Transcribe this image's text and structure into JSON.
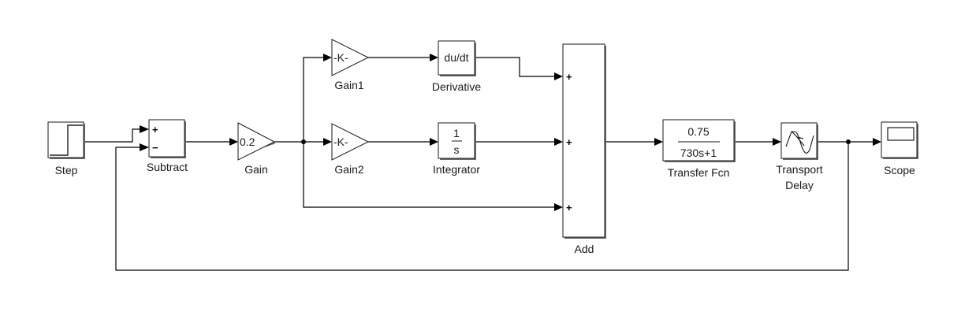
{
  "diagram": {
    "type": "simulink-block-diagram",
    "blocks": {
      "step": {
        "label": "Step",
        "icon": "step-function-icon"
      },
      "subtract": {
        "label": "Subtract",
        "signs": [
          "+",
          "−"
        ]
      },
      "gain": {
        "label": "Gain",
        "value": "0.2"
      },
      "gain1": {
        "label": "Gain1",
        "value": "-K-"
      },
      "gain2": {
        "label": "Gain2",
        "value": "-K-"
      },
      "derivative": {
        "label": "Derivative",
        "value": "du/dt"
      },
      "integrator": {
        "label": "Integrator",
        "numerator": "1",
        "denominator": "s"
      },
      "add": {
        "label": "Add",
        "signs": [
          "+",
          "+",
          "+"
        ]
      },
      "transfer_fcn": {
        "label": "Transfer Fcn",
        "numerator": "0.75",
        "denominator": "730s+1"
      },
      "transport_delay": {
        "label_line1": "Transport",
        "label_line2": "Delay",
        "icon": "transport-delay-icon"
      },
      "scope": {
        "label": "Scope",
        "icon": "scope-screen-icon"
      }
    },
    "connections": [
      {
        "from": "Step",
        "to": "Subtract (+)"
      },
      {
        "from": "Subtract",
        "to": "Gain"
      },
      {
        "from": "Gain",
        "to": "Gain1"
      },
      {
        "from": "Gain",
        "to": "Gain2"
      },
      {
        "from": "Gain",
        "to": "Add (+3)"
      },
      {
        "from": "Gain1",
        "to": "Derivative"
      },
      {
        "from": "Gain2",
        "to": "Integrator"
      },
      {
        "from": "Derivative",
        "to": "Add (+1)"
      },
      {
        "from": "Integrator",
        "to": "Add (+2)"
      },
      {
        "from": "Add",
        "to": "Transfer Fcn"
      },
      {
        "from": "Transfer Fcn",
        "to": "Transport Delay"
      },
      {
        "from": "Transport Delay",
        "to": "Scope"
      },
      {
        "from": "Transport Delay",
        "to": "Subtract (−)"
      }
    ]
  }
}
